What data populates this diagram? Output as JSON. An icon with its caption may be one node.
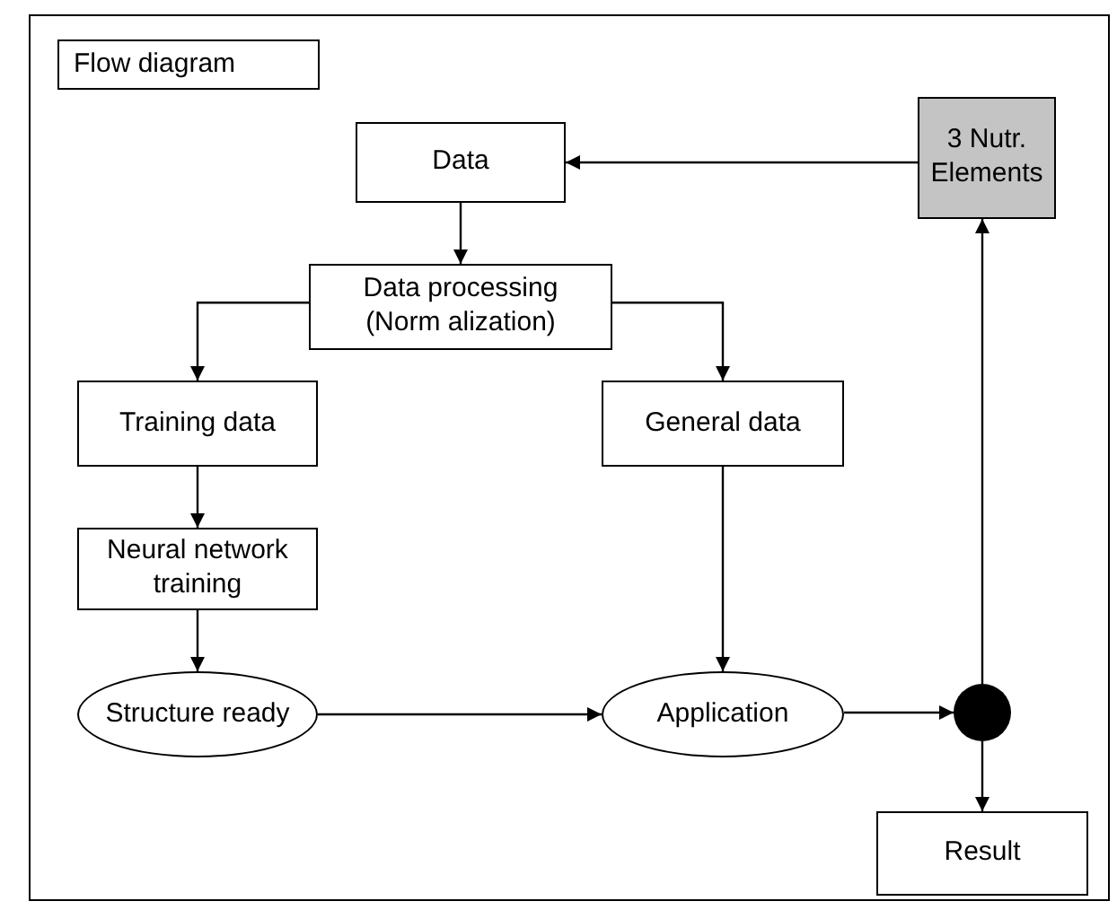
{
  "diagram": {
    "title": "Flow diagram",
    "nodes": [
      {
        "text": [
          "Data"
        ]
      },
      {
        "text": [
          "3 Nutr. Elements"
        ]
      },
      {
        "text": [
          "Data processing (Norm alization)"
        ]
      },
      {
        "text": [
          "Training data"
        ]
      },
      {
        "text": [
          "General data"
        ]
      },
      {
        "text": [
          "Neural network training"
        ]
      },
      {
        "text": [
          "Structure ready"
        ]
      },
      {
        "text": [
          "Application"
        ]
      },
      {
        "text": [],
        "shape": "circle"
      },
      {
        "text": [
          "Result"
        ]
      }
    ],
    "edges": [
      {
        "from": 1,
        "to": 0,
        "arrow": "to"
      },
      {
        "from": 0,
        "to": 2,
        "arrow": "to"
      },
      {
        "from": 2,
        "to": 3,
        "arrow": "to"
      },
      {
        "from": 2,
        "to": 4,
        "arrow": "to"
      },
      {
        "from": 3,
        "to": 5,
        "arrow": "to"
      },
      {
        "from": 5,
        "to": 6,
        "arrow": "to"
      },
      {
        "from": 6,
        "to": 7,
        "arrow": "to"
      },
      {
        "from": 4,
        "to": 7,
        "arrow": "to"
      },
      {
        "from": 7,
        "to": 8,
        "arrow": "to"
      },
      {
        "from": 8,
        "to": 1,
        "arrow": "to"
      },
      {
        "from": 8,
        "to": 9,
        "arrow": "to"
      }
    ]
  }
}
